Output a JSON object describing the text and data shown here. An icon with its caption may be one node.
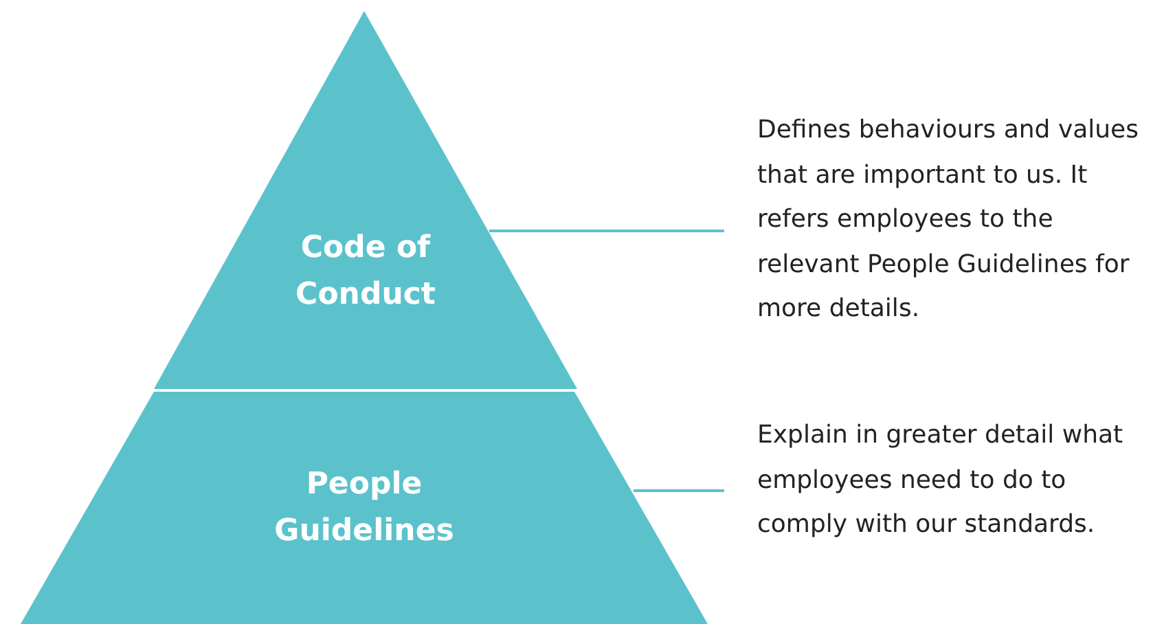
{
  "diagram": {
    "nodes": [
      {
        "text": [
          "Code of Conduct"
        ]
      },
      {
        "text": [
          "People Guidelines"
        ]
      },
      {
        "text": [
          "Defines behaviours and values that are important to us. It refers employees to the relevant People Guidelines for more details."
        ]
      },
      {
        "text": [
          "Explain in greater detail what employees need to do to comply with our standards."
        ]
      }
    ],
    "edges": [
      {
        "from": 2,
        "to": 0,
        "arrow": "none"
      },
      {
        "from": 3,
        "to": 1,
        "arrow": "none"
      }
    ]
  }
}
